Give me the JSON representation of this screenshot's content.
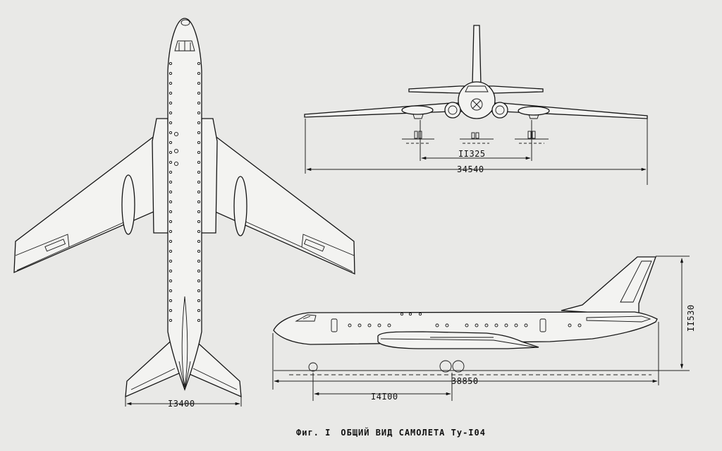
{
  "dimensions": {
    "tail_span": "I3400",
    "gear_track": "II325",
    "wingspan": "34540",
    "height": "II530",
    "wheelbase": "I4I00",
    "length": "38850"
  },
  "caption": {
    "figure": "Фиг. I",
    "title": "ОБЩИЙ ВИД САМОЛЕТА Ту-I04"
  }
}
